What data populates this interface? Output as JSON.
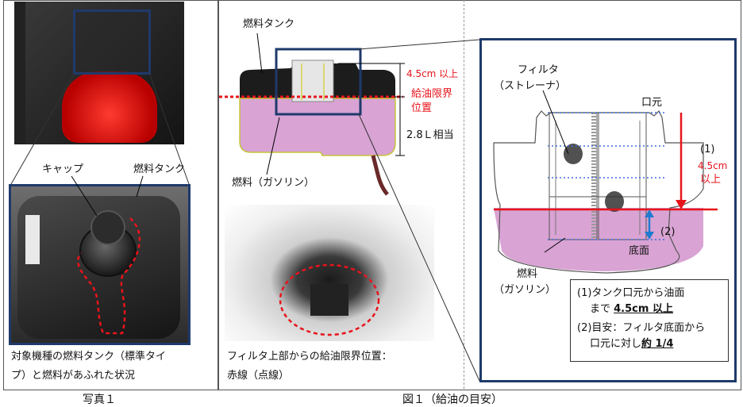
{
  "photo1": {
    "label_cap": "キャップ",
    "label_tank": "燃料タンク",
    "caption_line1": "対象機種の燃料タンク（標準タイ",
    "caption_line2": "プ）と燃料があふれた状況",
    "title": "写真１"
  },
  "middle": {
    "label_tank": "燃料タンク",
    "label_limit1": "給油限界",
    "label_limit2": "位置",
    "label_45": "4.5cm 以上",
    "label_28": "2.8Ｌ相当",
    "label_fuel": "燃料（ガソリン）",
    "caption_line1": "フィルタ上部からの給油限界位置：",
    "caption_line2": "赤線（点線）"
  },
  "right": {
    "label_filter1": "フィルタ",
    "label_filter2": "（ストレーナ）",
    "label_mouth": "口元",
    "label_num1": "(1)",
    "label_45a": "4.5cm",
    "label_45b": "以上",
    "label_num2": "(2)",
    "label_bottom": "底面",
    "label_fuel1": "燃料",
    "label_fuel2": "（ガソリン）",
    "note1_pre": "(1)タンク口元から油面",
    "note1b_pre": "まで ",
    "note1b_em": "4.5cm 以上",
    "note2_pre": "(2)目安：フィルタ底面から",
    "note2b_pre": "口元に対し",
    "note2b_em": "約 1/4"
  },
  "figure_title": "図１（給油の目安）",
  "colors": {
    "fuel": "#d9a3d4",
    "limit_red": "#e8141b",
    "frame_blue": "#1f3a6b",
    "dotted_blue": "#3b6fd8",
    "arrow_blue": "#1f7bd1"
  }
}
